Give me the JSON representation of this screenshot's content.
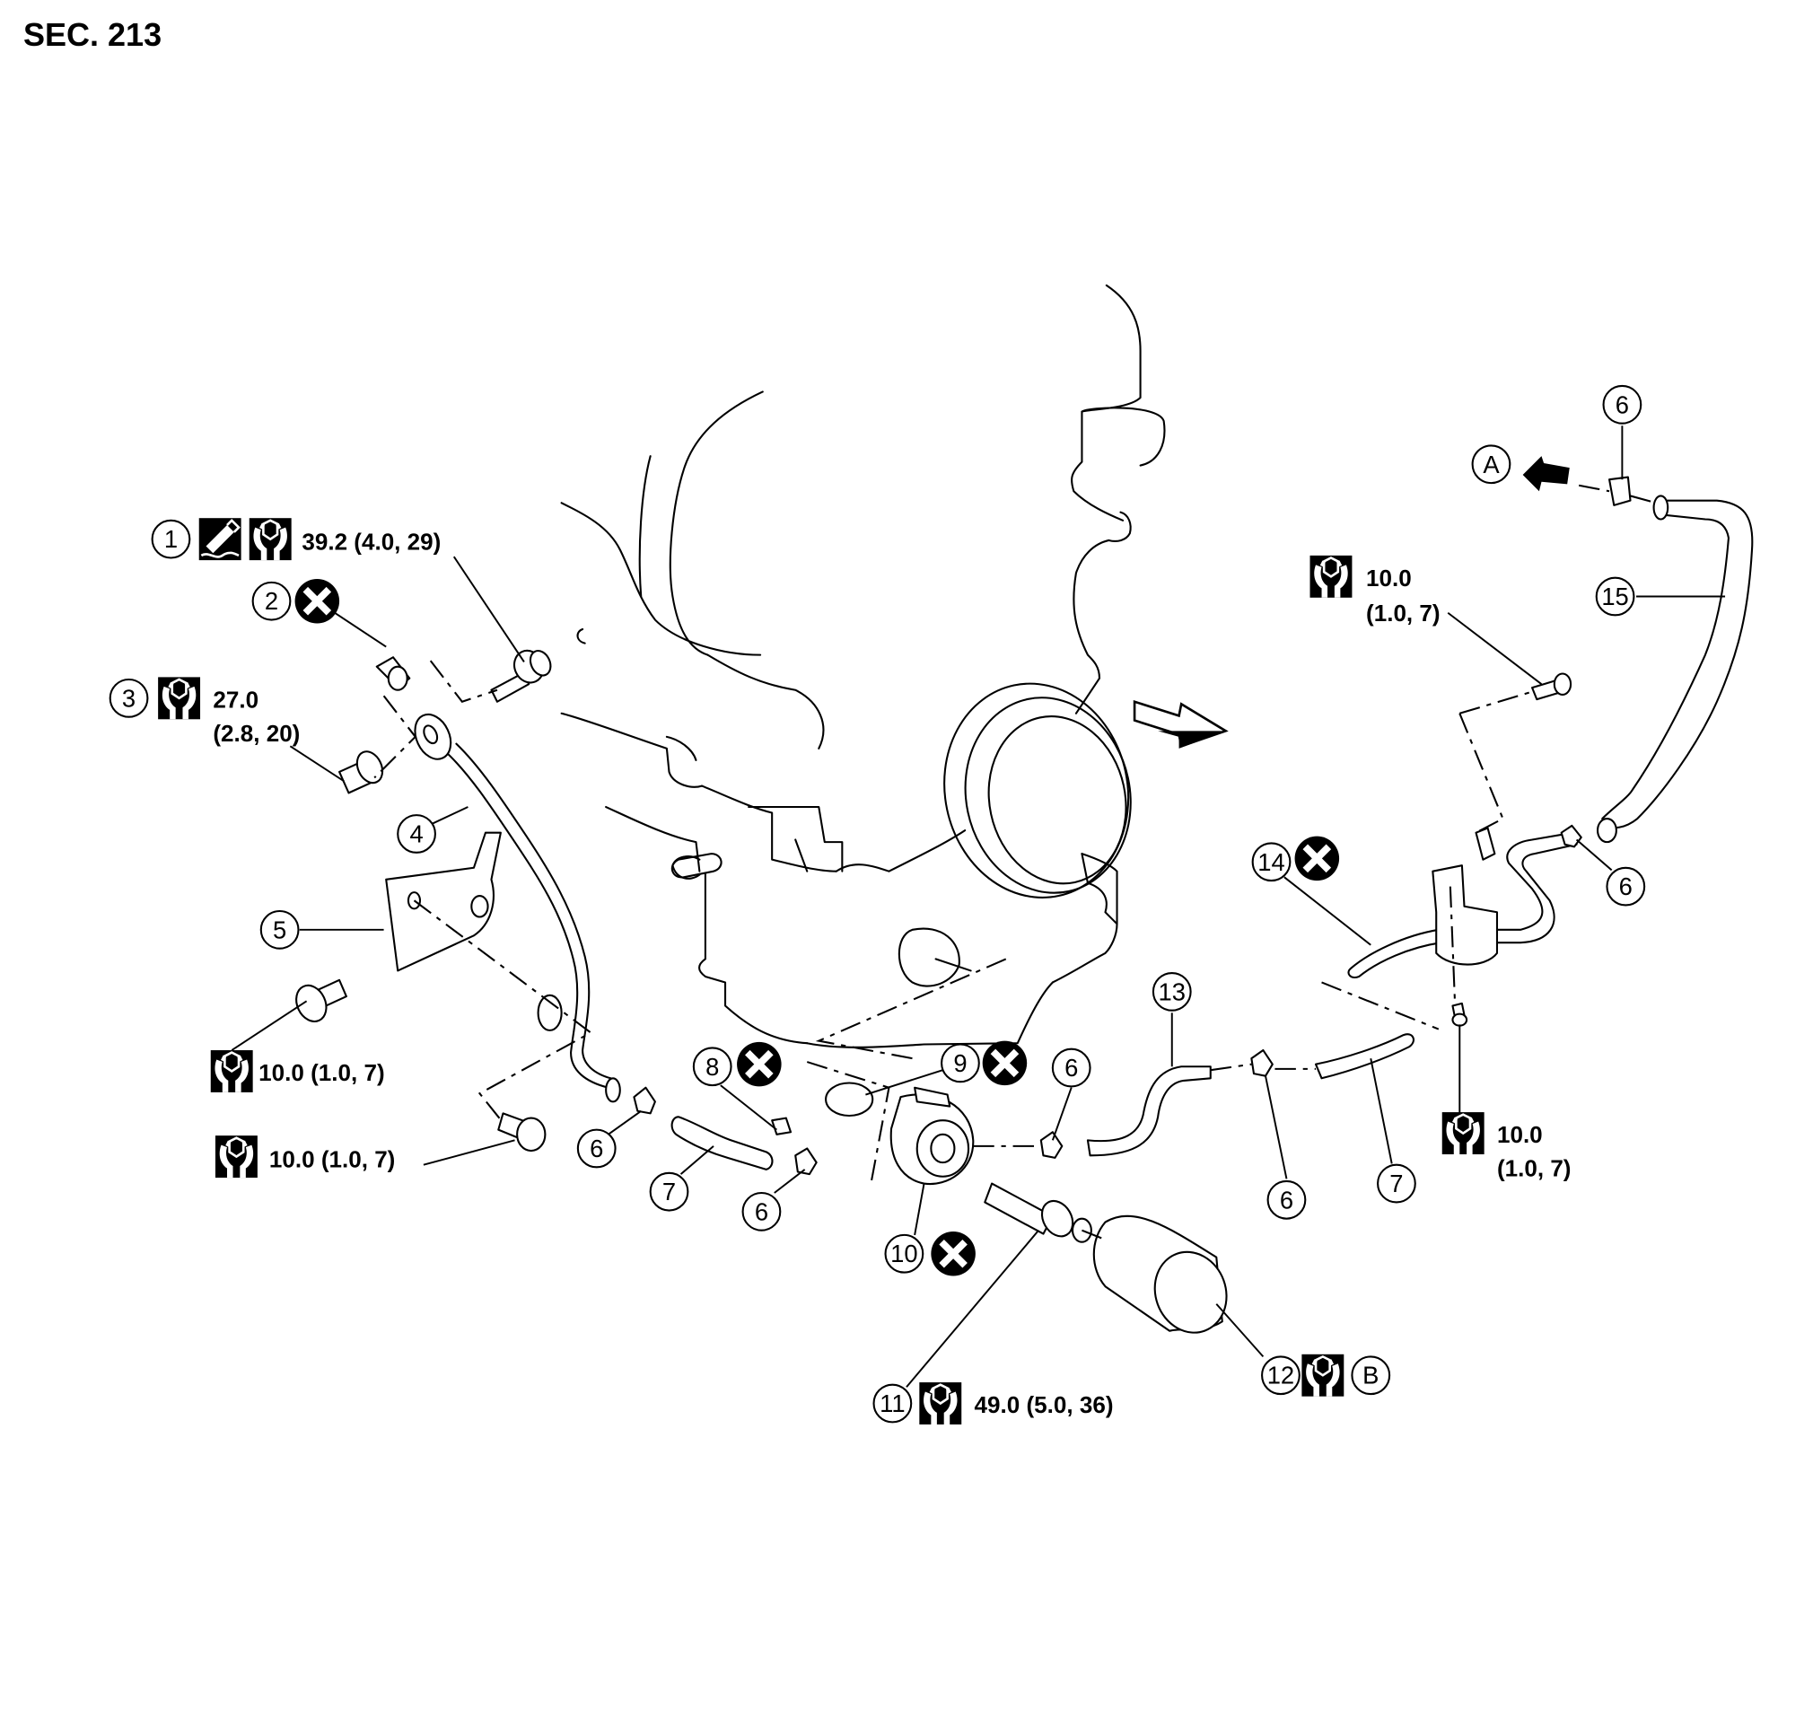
{
  "diagram": {
    "section_title": "SEC. 213",
    "icons": {
      "wrench": "torque-wrench-icon",
      "sealant": "sealant-icon",
      "do_not_reuse": "x-circle-icon",
      "front_arrow": "front-direction-arrow-icon"
    },
    "callouts": {
      "c1": {
        "num": "1",
        "torque": "39.2 (4.0, 29)"
      },
      "c2": {
        "num": "2"
      },
      "c3": {
        "num": "3",
        "torque_line1": "27.0",
        "torque_line2": "(2.8, 20)"
      },
      "c4": {
        "num": "4"
      },
      "c5": {
        "num": "5"
      },
      "c6a": {
        "num": "6"
      },
      "c6b": {
        "num": "6"
      },
      "c6c": {
        "num": "6"
      },
      "c6d": {
        "num": "6"
      },
      "c6e": {
        "num": "6"
      },
      "c6f": {
        "num": "6"
      },
      "c7a": {
        "num": "7"
      },
      "c7b": {
        "num": "7"
      },
      "c8": {
        "num": "8"
      },
      "c9": {
        "num": "9"
      },
      "c10": {
        "num": "10"
      },
      "c11": {
        "num": "11",
        "torque": "49.0 (5.0, 36)"
      },
      "c12": {
        "num": "12",
        "ref": "B"
      },
      "c13": {
        "num": "13"
      },
      "c14": {
        "num": "14"
      },
      "c15": {
        "num": "15"
      },
      "refA": {
        "ref": "A"
      }
    },
    "torque_specs": {
      "bracket_bolt": "10.0 (1.0, 7)",
      "lower_bolt": "10.0 (1.0, 7)",
      "upper_right_line1": "10.0",
      "upper_right_line2": "(1.0, 7)",
      "lower_right_line1": "10.0",
      "lower_right_line2": "(1.0, 7)"
    }
  }
}
